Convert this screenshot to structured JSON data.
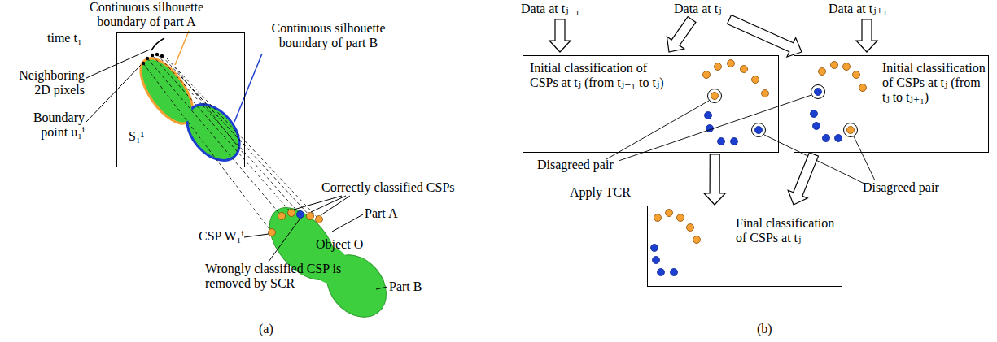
{
  "diagram": {
    "nodes": [
      {
        "text": [
          "S₁¹"
        ]
      },
      {
        "text": [
          "Initial classification of CSPs at tⱼ (from tⱼ₋₁ to tⱼ)"
        ]
      },
      {
        "text": [
          "Initial classification of CSPs at tⱼ (from tⱼ to tⱼ₊₁)"
        ]
      },
      {
        "text": [
          "Final classification of CSPs at tⱼ"
        ]
      }
    ],
    "edges": [
      {
        "from": 1,
        "to": 3,
        "arrow": "to"
      },
      {
        "from": 2,
        "to": 3,
        "arrow": "to"
      }
    ],
    "labels": [
      "Continuous silhouette boundary of part A",
      "time t₁",
      "Continuous silhouette boundary of part B",
      "Neighboring 2D pixels",
      "Boundary point u₁ⁱ",
      "Correctly classified CSPs",
      "Part A",
      "CSP W₁ⁱ",
      "Object O",
      "Wrongly classified CSP is removed by SCR",
      "Part B",
      "(a)",
      "Data at tⱼ₋₁",
      "Data at tⱼ",
      "Data at tⱼ₊₁",
      "Disagreed pair",
      "Disagreed pair",
      "Apply TCR",
      "(b)"
    ]
  }
}
